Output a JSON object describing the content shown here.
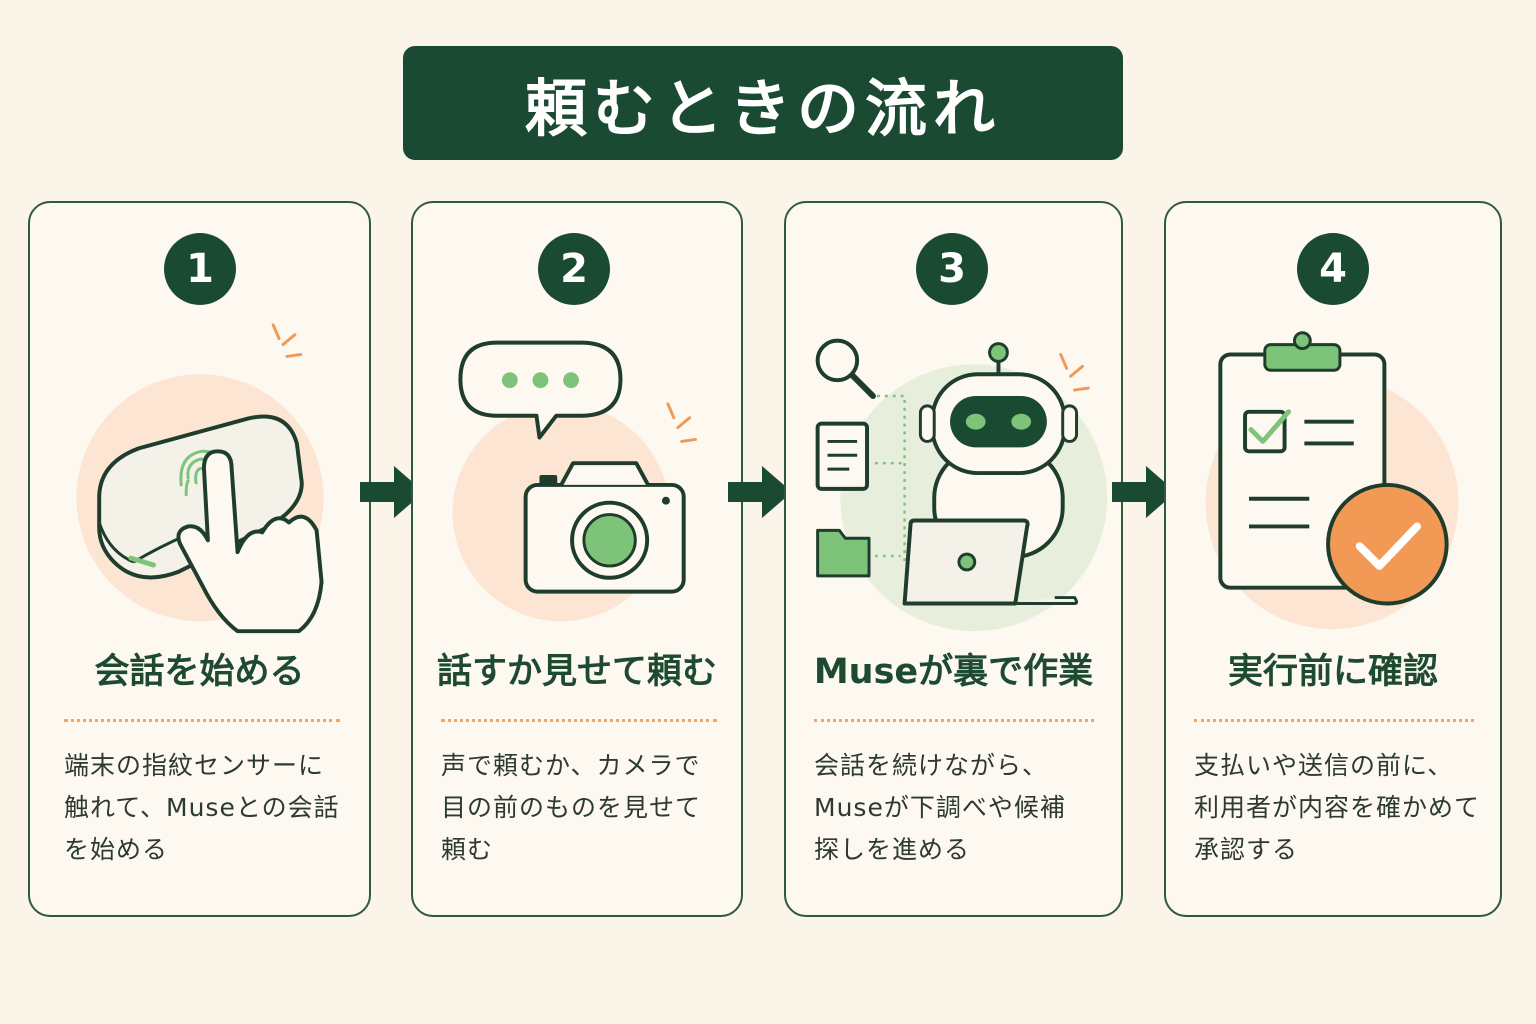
{
  "title": "頼むときの流れ",
  "steps": [
    {
      "number": "1",
      "heading": "会話を始める",
      "lines": [
        "端末の指紋センサーに",
        "触れて、Museとの会話",
        "を始める"
      ],
      "icons": [
        "device-icon",
        "fingerprint-icon",
        "pointing-hand-icon",
        "spark-icon"
      ]
    },
    {
      "number": "2",
      "heading": "話すか見せて頼む",
      "lines": [
        "声で頼むか、カメラで",
        "目の前のものを見せて",
        "頼む"
      ],
      "icons": [
        "speech-bubble-icon",
        "camera-icon",
        "spark-icon"
      ]
    },
    {
      "number": "3",
      "heading": "Museが裏で作業",
      "lines": [
        "会話を続けながら、",
        "Museが下調べや候補",
        "探しを進める"
      ],
      "icons": [
        "search-icon",
        "document-icon",
        "folder-icon",
        "robot-icon",
        "laptop-icon",
        "spark-icon"
      ]
    },
    {
      "number": "4",
      "heading": "実行前に確認",
      "lines": [
        "支払いや送信の前に、",
        "利用者が内容を確かめて",
        "承認する"
      ],
      "icons": [
        "clipboard-icon",
        "checkbox-icon",
        "check-badge-icon"
      ]
    }
  ],
  "colors": {
    "background": "#fbf4e9",
    "dark_green": "#1b4a33",
    "light_green": "#7dc47a",
    "orange": "#f29a55",
    "peach": "#fde7d6"
  }
}
